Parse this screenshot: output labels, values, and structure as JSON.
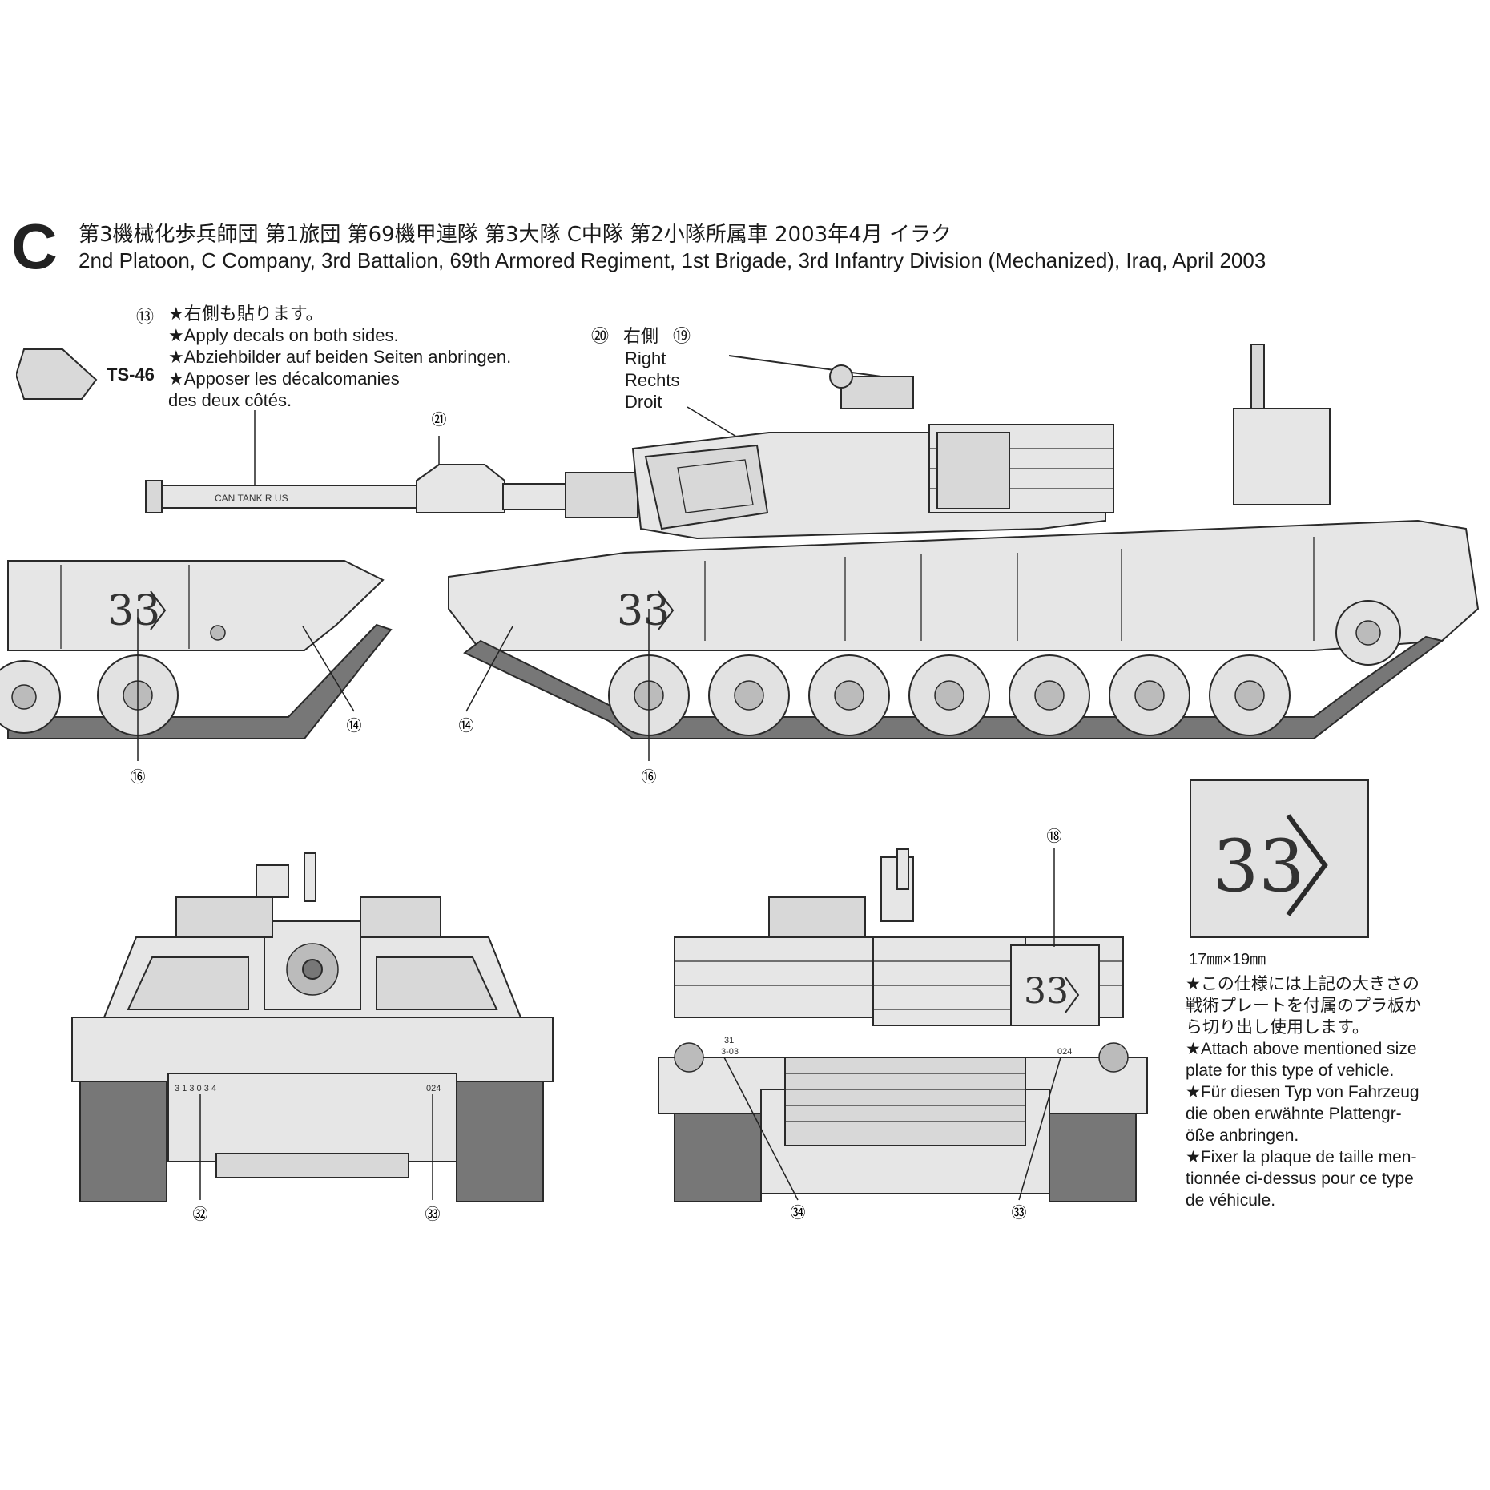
{
  "scheme": {
    "letter": "C",
    "title_jp": "第3機械化歩兵師団 第1旅団 第69機甲連隊 第3大隊 C中隊 第2小隊所属車 2003年4月 イラク",
    "title_en": "2nd Platoon, C Company, 3rd Battalion, 69th Armored Regiment, 1st Brigade, 3rd Infantry Division (Mechanized), Iraq, April 2003"
  },
  "paint": {
    "code": "TS-46"
  },
  "notes": {
    "both_sides": {
      "number": "⑬",
      "lines": [
        "★右側も貼ります。",
        "★Apply decals on both sides.",
        "★Abziehbilder auf beiden Seiten anbringen.",
        "★Apposer les décalcomanies",
        "des deux côtés."
      ]
    },
    "right_side": {
      "number_left": "⑳",
      "jp": "右側",
      "number_right": "⑲",
      "lines": [
        "Right",
        "Rechts",
        "Droit"
      ]
    }
  },
  "gun_text": "CAN TANK R US",
  "callouts": {
    "barrel": "㉑",
    "left_14": "⑭",
    "right_14": "⑭",
    "left_16": "⑯",
    "right_16": "⑯",
    "rear_18": "⑱",
    "front_32": "㉜",
    "front_33": "㉝",
    "rear_34": "㉞",
    "rear_33": "㉝"
  },
  "decal_marks": {
    "side_number": "33",
    "front_left_code": "3 1 3 0 3 4",
    "front_right_code": "024",
    "rear_left_code_1": "31",
    "rear_left_code_2": "3-03",
    "rear_right_code": "024"
  },
  "plate": {
    "number": "33",
    "size": "17㎜×19㎜",
    "lines": [
      "★この仕様には上記の大きさの",
      "戦術プレートを付属のプラ板か",
      "ら切り出し使用します。",
      "★Attach above mentioned size",
      "plate for this type of vehicle.",
      "★Für diesen Typ von Fahrzeug",
      "die oben erwähnte Plattengr-",
      "öße anbringen.",
      "★Fixer la plaque de taille men-",
      "tionnée ci-dessus pour ce type",
      "de véhicule."
    ]
  },
  "colors": {
    "line": "#2a2a2a",
    "fill": "#e6e6e6",
    "ink": "#1a1a1a"
  },
  "icons": [
    "paint-chip-icon",
    "star-bullet-icon"
  ]
}
